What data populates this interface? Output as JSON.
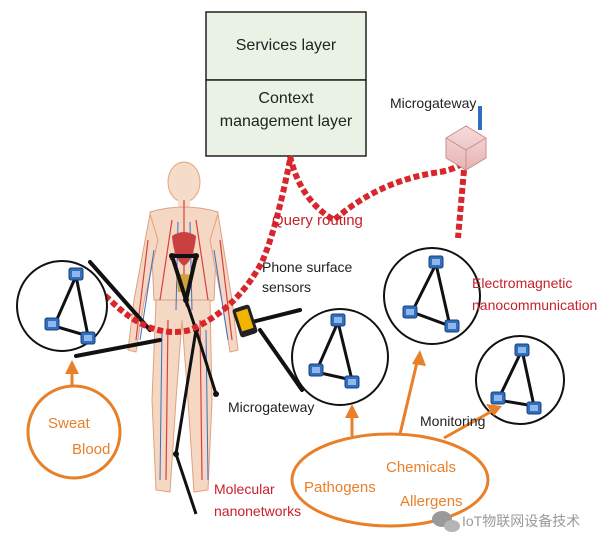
{
  "layers": {
    "services": "Services layer",
    "context_line1": "Context",
    "context_line2": "management layer"
  },
  "labels": {
    "microgateway_top": "Microgateway",
    "query_routing": "Query routing",
    "phone_line1": "Phone surface",
    "phone_line2": "sensors",
    "em_line1": "Electromagnetic",
    "em_line2": "nanocommunication",
    "microgateway_body": "Microgateway",
    "molecular_line1": "Molecular",
    "molecular_line2": "nanonetworks",
    "monitoring": "Monitoring",
    "sweat": "Sweat",
    "blood": "Blood",
    "pathogens": "Pathogens",
    "chemicals": "Chemicals",
    "allergens": "Allergens",
    "watermark": "IoT物联网设备技术"
  },
  "colors": {
    "layer_fill": "#e9f2e4",
    "red_link": "#d8262c",
    "orange": "#e8802a",
    "label_red": "#c8202a",
    "node_blue": "#2f6fc2"
  },
  "icons": [
    "human-body-illustration",
    "smartphone-icon",
    "microgateway-antenna-icon",
    "wechat-logo-icon",
    "sensor-node-icon"
  ]
}
